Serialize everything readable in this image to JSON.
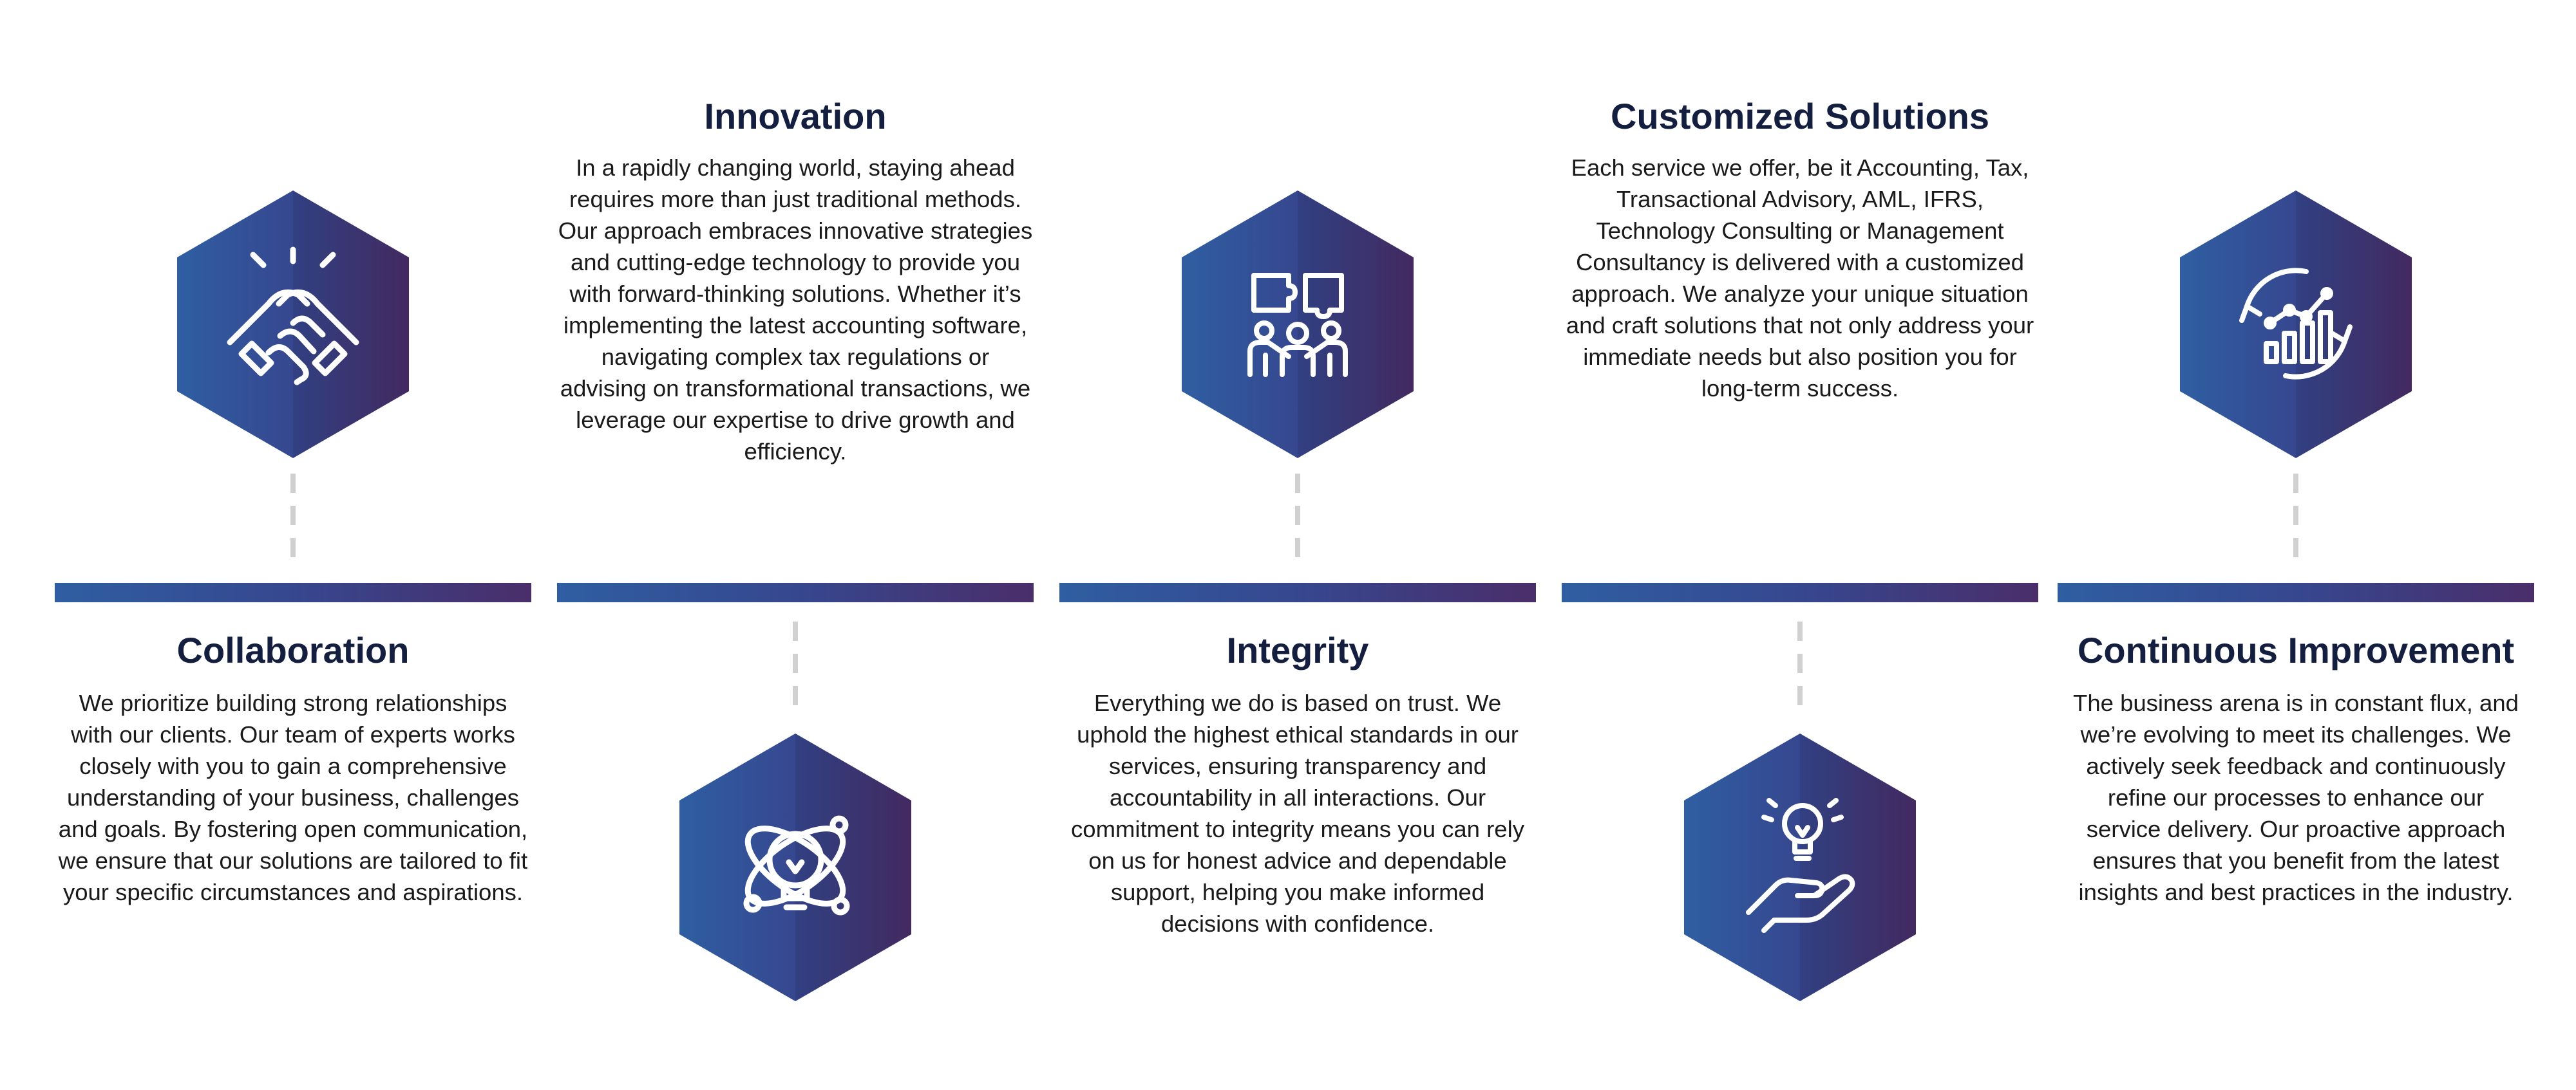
{
  "steps": [
    {
      "title": "Collaboration",
      "icon": "handshake-icon",
      "lines": [
        "We prioritize building strong relationships",
        "with our clients. Our team of experts works",
        "closely with you to gain a comprehensive",
        "understanding of your business, challenges",
        "and goals. By fostering open communication,",
        "we ensure that our solutions are tailored to fit",
        "your specific circumstances and aspirations."
      ]
    },
    {
      "title": "Innovation",
      "icon": "lightbulb-orbit-icon",
      "lines": [
        "In a rapidly changing world, staying ahead",
        "requires more than just traditional methods.",
        "Our approach embraces innovative strategies",
        "and cutting-edge technology to provide you",
        "with forward-thinking solutions. Whether it’s",
        "implementing the latest accounting software,",
        "navigating complex tax regulations or",
        "advising on transformational transactions, we",
        "leverage our expertise to drive growth and",
        "efficiency."
      ]
    },
    {
      "title": "Integrity",
      "icon": "team-puzzle-icon",
      "lines": [
        "Everything we do is based on trust. We",
        "uphold the highest ethical  standards in our",
        "services, ensuring transparency and",
        "accountability in all interactions. Our",
        "commitment to integrity means you can rely",
        "on us for honest advice and dependable",
        "support, helping you make informed",
        "decisions with confidence."
      ]
    },
    {
      "title": "Customized Solutions",
      "icon": "hand-lightbulb-icon",
      "lines": [
        "Each service we offer, be it Accounting, Tax,",
        "Transactional Advisory, AML, IFRS,",
        "Technology Consulting or Management",
        "Consultancy is delivered with a customized",
        "approach. We analyze your unique situation",
        "and craft solutions that not only address your",
        "immediate needs but also position you for",
        "long-term success."
      ]
    },
    {
      "title": "Continuous Improvement",
      "icon": "growth-chart-cycle-icon",
      "lines": [
        "The business arena is in constant flux, and",
        "we’re evolving to meet its challenges. We",
        "actively seek feedback and continuously",
        "refine our processes to enhance our",
        "service delivery. Our proactive approach",
        "ensures that you benefit from the latest",
        "insights and best practices in the industry."
      ]
    }
  ],
  "colors": {
    "gradient_start": "#2f5ea2",
    "gradient_mid": "#36478f",
    "gradient_end": "#4a2e6a",
    "title": "#141f40",
    "dash": "#d0d0d0"
  }
}
